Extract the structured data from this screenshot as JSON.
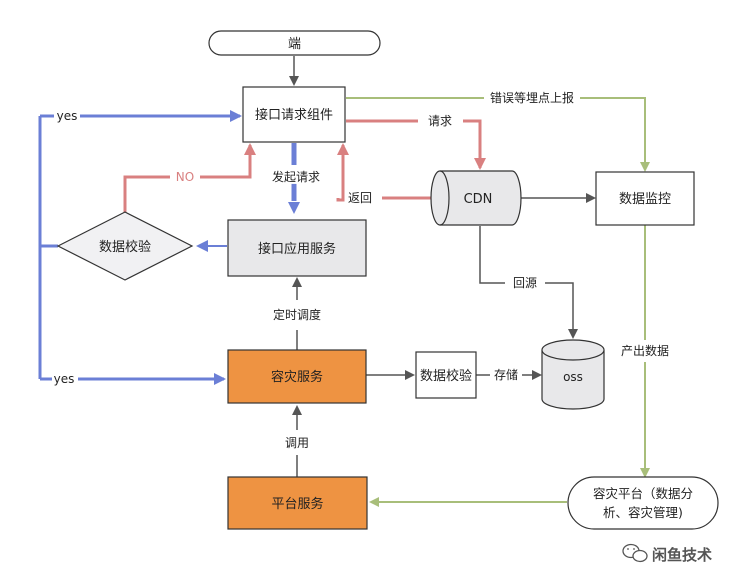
{
  "nodes": {
    "terminal": "端",
    "api_request_component": "接口请求组件",
    "cdn": "CDN",
    "data_monitor": "数据监控",
    "data_check_left": "数据校验",
    "api_app_service": "接口应用服务",
    "disaster_service": "容灾服务",
    "data_check_mid": "数据校验",
    "oss": "oss",
    "platform_service": "平台服务",
    "disaster_platform_line1": "容灾平台（数据分",
    "disaster_platform_line2": "析、容灾管理)"
  },
  "edge_labels": {
    "yes_top": "yes",
    "yes_bottom": "yes",
    "no": "NO",
    "initiate_request": "发起请求",
    "request": "请求",
    "return": "返回",
    "error_tracking": "错误等埋点上报",
    "back_to_origin": "回源",
    "produce_data": "产出数据",
    "store": "存储",
    "scheduled": "定时调度",
    "invoke": "调用"
  },
  "watermark": "闲鱼技术",
  "colors": {
    "blue": "#6B7FD6",
    "red": "#D98080",
    "green": "#A8BE7A",
    "gray": "#666666",
    "orange": "#EE9342",
    "light_gray_fill": "#E8E8EA"
  }
}
